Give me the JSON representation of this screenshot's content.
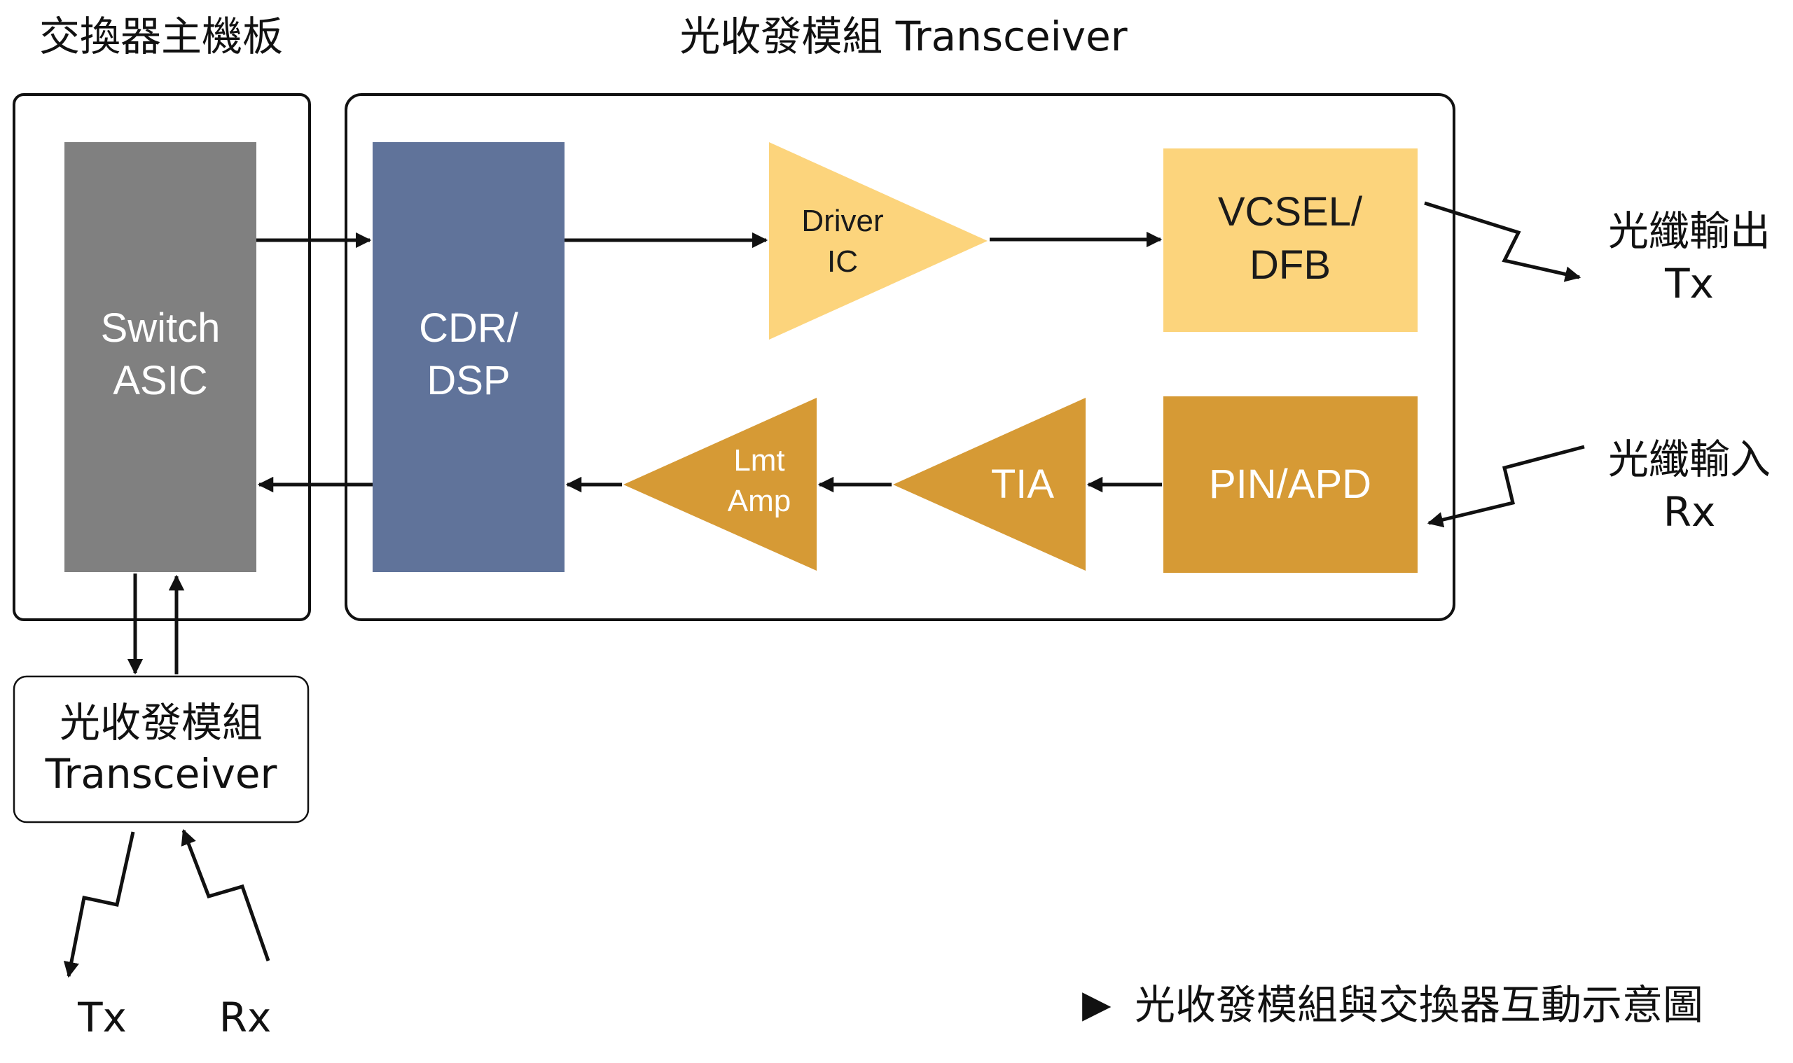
{
  "titles": {
    "switch_board": "交換器主機板",
    "transceiver_module": "光收發模組 Transceiver"
  },
  "blocks": {
    "switch_asic": [
      "Switch",
      "ASIC"
    ],
    "cdr_dsp": [
      "CDR/",
      "DSP"
    ],
    "driver_ic": [
      "Driver",
      "IC"
    ],
    "vcsel_dfb": [
      "VCSEL/",
      "DFB"
    ],
    "pin_apd": "PIN/APD",
    "tia": "TIA",
    "lmt_amp": [
      "Lmt",
      "Amp"
    ],
    "small_transceiver": [
      "光收發模組",
      "Transceiver"
    ]
  },
  "fiber": {
    "output": [
      "光纖輸出",
      "Tx"
    ],
    "input": [
      "光纖輸入",
      "Rx"
    ],
    "bottom_tx": "Tx",
    "bottom_rx": "Rx"
  },
  "caption": {
    "marker": "▶",
    "text": "光收發模組與交換器互動示意圖"
  },
  "colors": {
    "asic_gray": "#808080",
    "dsp_blue": "#60739a",
    "tx_yellow": "#fcd47c",
    "rx_orange": "#d69a35",
    "line": "#111111"
  }
}
